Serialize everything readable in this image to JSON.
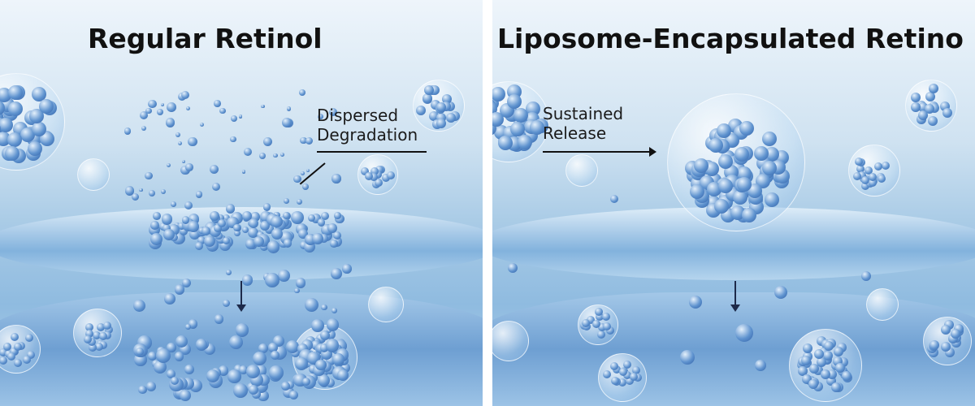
{
  "left_panel": {
    "title": "Regular Retinol",
    "annotation": [
      "Dispersed",
      "Degradation"
    ]
  },
  "right_panel": {
    "title": "Liposome-Encapsulated Retino",
    "annotation": [
      "Sustained",
      "Release"
    ]
  },
  "colors": {
    "background": "#cfe2f1",
    "particle": "#5f93cf",
    "divider": "#ffffff"
  }
}
